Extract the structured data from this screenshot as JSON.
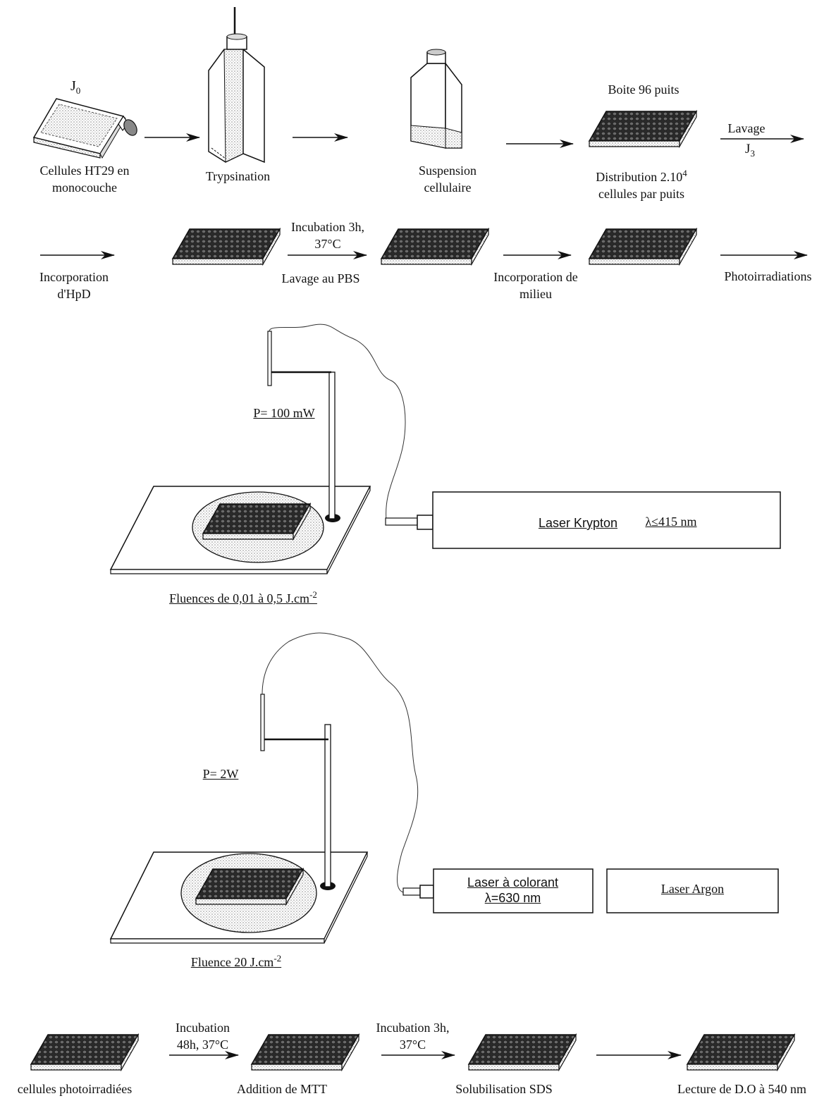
{
  "colors": {
    "ink": "#111111",
    "plate": "#3a3a3a",
    "stipple": "#bdbdbd",
    "paper": "#ffffff"
  },
  "row1": {
    "day0": "J",
    "day0_sub": "0",
    "step1_line1": "Cellules HT29 en",
    "step1_line2": "monocouche",
    "step2": "Trypsination",
    "step3_line1": "Suspension",
    "step3_line2": "cellulaire",
    "plate_title": "Boite 96 puits",
    "step4_line1": "Distribution 2.10",
    "step4_sup": "4",
    "step4_line2": "cellules par puits",
    "arrow_label": "Lavage",
    "arrow_day": "J",
    "arrow_day_sub": "3"
  },
  "row2": {
    "step1_line1": "Incorporation",
    "step1_line2": "d'HpD",
    "incubation_line1": "Incubation 3h,",
    "incubation_line2": "37°C",
    "wash": "Lavage au PBS",
    "medium_line1": "Incorporation de",
    "medium_line2": "milieu",
    "photo": "Photoirradiations"
  },
  "setup1": {
    "power": "P= 100 mW",
    "laser_name": "Laser Krypton",
    "laser_wavelength": "λ≤415 nm",
    "fluence": "Fluences de 0,01 à 0,5 J.cm",
    "fluence_exp": "-2"
  },
  "setup2": {
    "power": "P= 2W",
    "laser_line1": "Laser à colorant",
    "laser_line2": "λ=630 nm",
    "laser2": "Laser Argon",
    "fluence": "Fluence 20 J.cm",
    "fluence_exp": "-2"
  },
  "row3": {
    "step1": "cellules photoirradiées",
    "incubation1_line1": "Incubation",
    "incubation1_line2": "48h, 37°C",
    "step2": "Addition de MTT",
    "incubation2_line1": "Incubation 3h,",
    "incubation2_line2": "37°C",
    "step3": "Solubilisation SDS",
    "step4": "Lecture de D.O à 540 nm"
  }
}
